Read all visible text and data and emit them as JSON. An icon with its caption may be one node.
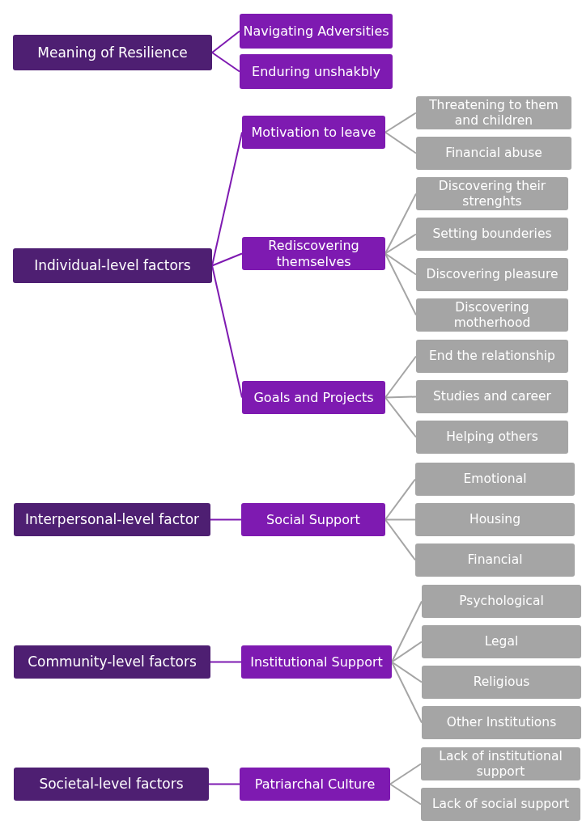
{
  "diagram": {
    "nodes": [
      {
        "text": [
          "Meaning of Resilience"
        ]
      },
      {
        "text": [
          "Navigating Adversities"
        ]
      },
      {
        "text": [
          "Enduring unshakbly"
        ]
      },
      {
        "text": [
          "Individual-level factors"
        ]
      },
      {
        "text": [
          "Motivation to leave"
        ]
      },
      {
        "text": [
          "Threatening to them and children"
        ]
      },
      {
        "text": [
          "Financial abuse"
        ]
      },
      {
        "text": [
          "Rediscovering themselves"
        ]
      },
      {
        "text": [
          "Discovering their strenghts"
        ]
      },
      {
        "text": [
          "Setting bounderies"
        ]
      },
      {
        "text": [
          "Discovering pleasure"
        ]
      },
      {
        "text": [
          "Discovering motherhood"
        ]
      },
      {
        "text": [
          "Goals and Projects"
        ]
      },
      {
        "text": [
          "End the relationship"
        ]
      },
      {
        "text": [
          "Studies and career"
        ]
      },
      {
        "text": [
          "Helping others"
        ]
      },
      {
        "text": [
          "Interpersonal-level factor"
        ]
      },
      {
        "text": [
          "Social Support"
        ]
      },
      {
        "text": [
          "Emotional"
        ]
      },
      {
        "text": [
          "Housing"
        ]
      },
      {
        "text": [
          "Financial"
        ]
      },
      {
        "text": [
          "Community-level factors"
        ]
      },
      {
        "text": [
          "Institutional Support"
        ]
      },
      {
        "text": [
          "Psychological"
        ]
      },
      {
        "text": [
          "Legal"
        ]
      },
      {
        "text": [
          "Religious"
        ]
      },
      {
        "text": [
          "Other Institutions"
        ]
      },
      {
        "text": [
          "Societal-level factors"
        ]
      },
      {
        "text": [
          "Patriarchal Culture"
        ]
      },
      {
        "text": [
          "Lack of institutional support"
        ]
      },
      {
        "text": [
          "Lack of social support"
        ]
      }
    ],
    "edges": [
      {
        "from": 0,
        "to": 1,
        "arrow": "none",
        "color": "#7e1ab1"
      },
      {
        "from": 0,
        "to": 2,
        "arrow": "none",
        "color": "#7e1ab1"
      },
      {
        "from": 3,
        "to": 4,
        "arrow": "none",
        "color": "#7e1ab1"
      },
      {
        "from": 3,
        "to": 7,
        "arrow": "none",
        "color": "#7e1ab1"
      },
      {
        "from": 3,
        "to": 12,
        "arrow": "none",
        "color": "#7e1ab1"
      },
      {
        "from": 4,
        "to": 5,
        "arrow": "none"
      },
      {
        "from": 4,
        "to": 6,
        "arrow": "none"
      },
      {
        "from": 7,
        "to": 8,
        "arrow": "none"
      },
      {
        "from": 7,
        "to": 9,
        "arrow": "none"
      },
      {
        "from": 7,
        "to": 10,
        "arrow": "none"
      },
      {
        "from": 7,
        "to": 11,
        "arrow": "none"
      },
      {
        "from": 12,
        "to": 13,
        "arrow": "none"
      },
      {
        "from": 12,
        "to": 14,
        "arrow": "none"
      },
      {
        "from": 12,
        "to": 15,
        "arrow": "none"
      },
      {
        "from": 16,
        "to": 17,
        "arrow": "none",
        "color": "#7e1ab1"
      },
      {
        "from": 17,
        "to": 18,
        "arrow": "none"
      },
      {
        "from": 17,
        "to": 19,
        "arrow": "none"
      },
      {
        "from": 17,
        "to": 20,
        "arrow": "none"
      },
      {
        "from": 21,
        "to": 22,
        "arrow": "none",
        "color": "#7e1ab1"
      },
      {
        "from": 22,
        "to": 23,
        "arrow": "none"
      },
      {
        "from": 22,
        "to": 24,
        "arrow": "none"
      },
      {
        "from": 22,
        "to": 25,
        "arrow": "none"
      },
      {
        "from": 22,
        "to": 26,
        "arrow": "none"
      },
      {
        "from": 27,
        "to": 28,
        "arrow": "none",
        "color": "#7e1ab1"
      },
      {
        "from": 28,
        "to": 29,
        "arrow": "none"
      },
      {
        "from": 28,
        "to": 30,
        "arrow": "none"
      }
    ]
  }
}
